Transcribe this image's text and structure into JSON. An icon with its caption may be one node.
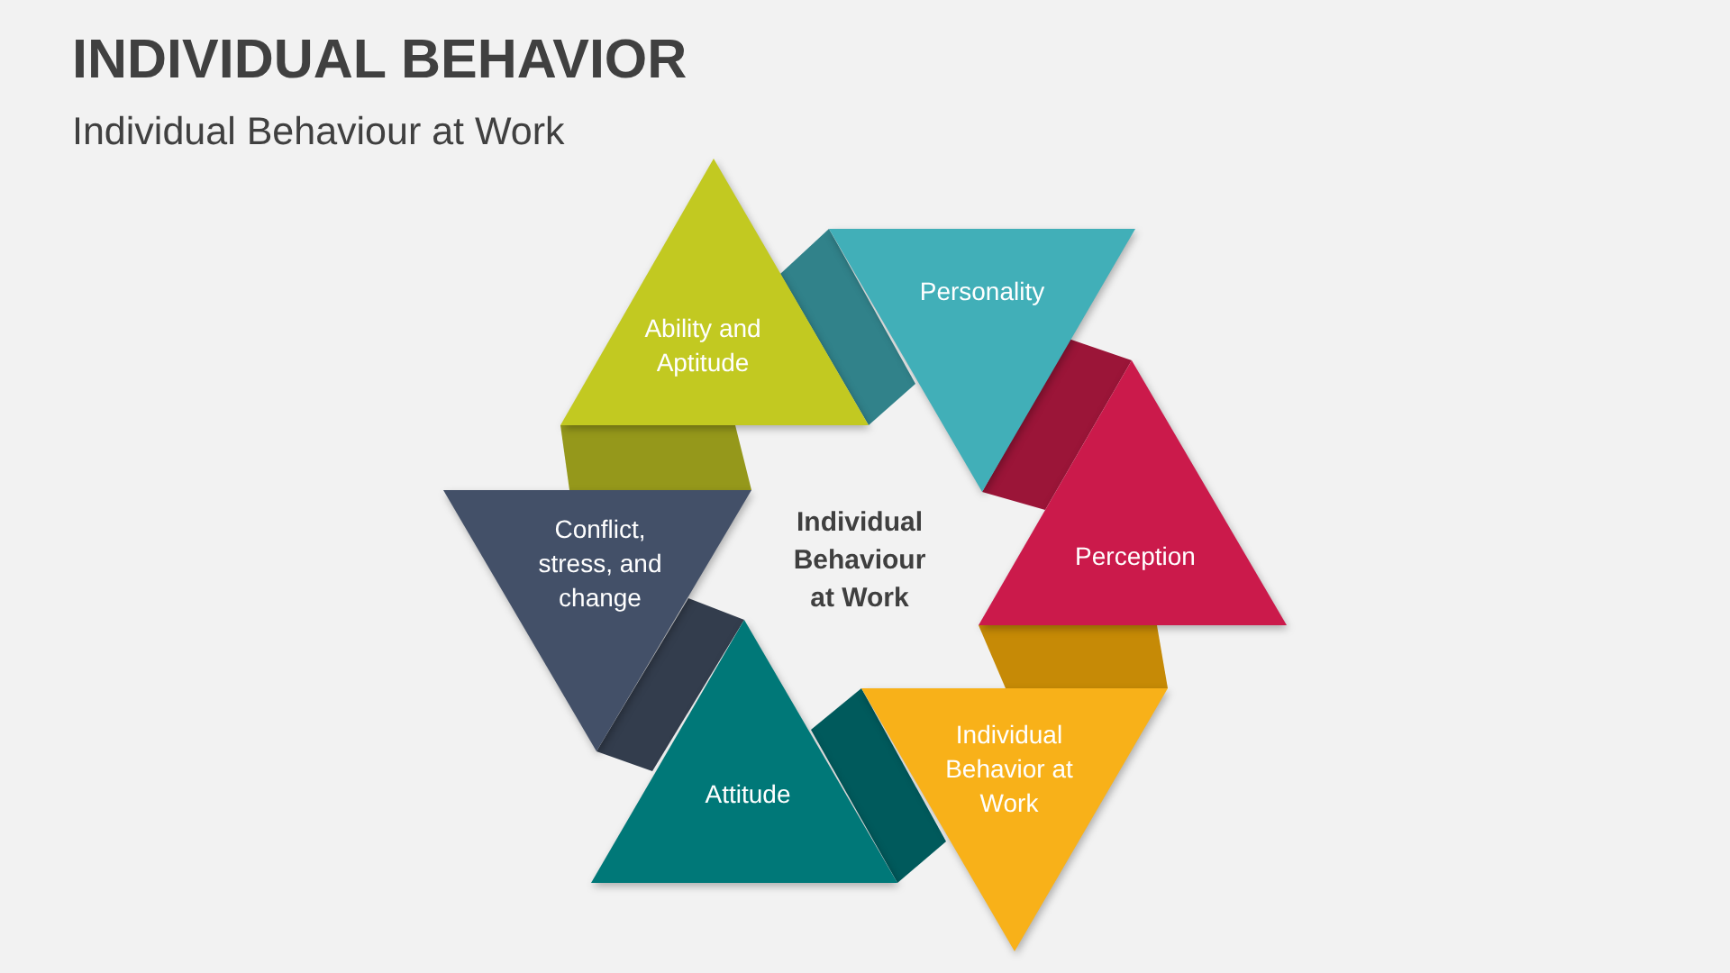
{
  "diagram": {
    "title": "INDIVIDUAL BEHAVIOR",
    "nodes": [
      {
        "text": [
          "Ability and Aptitude"
        ]
      },
      {
        "text": [
          "Personality"
        ]
      },
      {
        "text": [
          "Perception"
        ]
      },
      {
        "text": [
          "Individual Behavior at Work"
        ]
      },
      {
        "text": [
          "Attitude"
        ]
      },
      {
        "text": [
          "Conflict, stress, and change"
        ]
      }
    ],
    "edges": [
      {
        "from": 0,
        "to": 1,
        "arrow": "none",
        "style": "thick",
        "color": "#31828a"
      },
      {
        "from": 1,
        "to": 2,
        "arrow": "none",
        "style": "thick",
        "color": "#9b1538"
      },
      {
        "from": 2,
        "to": 3,
        "arrow": "none",
        "style": "thick",
        "color": "#c68a06"
      },
      {
        "from": 3,
        "to": 4,
        "arrow": "none",
        "style": "thick",
        "color": "#005a5c"
      },
      {
        "from": 4,
        "to": 5,
        "arrow": "none",
        "style": "thick",
        "color": "#333d4d"
      },
      {
        "from": 5,
        "to": 0,
        "arrow": "none",
        "style": "thick",
        "color": "#95981b"
      }
    ],
    "labels": [
      "Individual Behaviour at Work",
      "Individual Behaviour at Work"
    ]
  }
}
